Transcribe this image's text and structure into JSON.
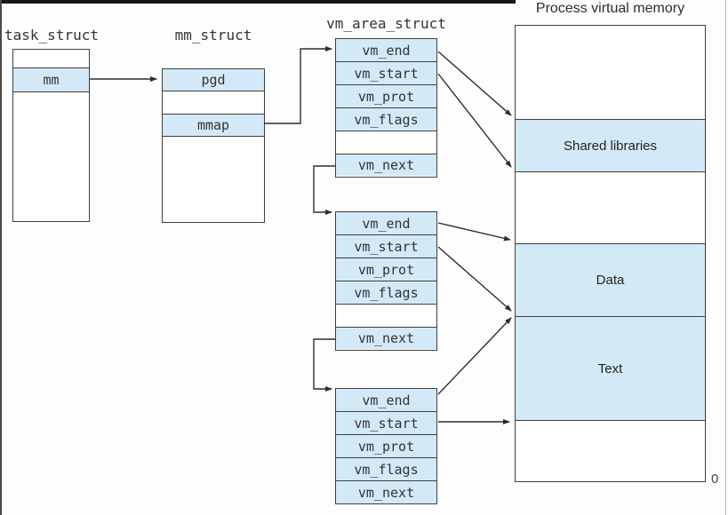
{
  "colors": {
    "highlight": "#d4e9f7",
    "line": "#3f3f3f"
  },
  "task_struct": {
    "title": "task_struct",
    "fields": [
      "mm"
    ]
  },
  "mm_struct": {
    "title": "mm_struct",
    "fields": [
      "pgd",
      "mmap"
    ]
  },
  "vm_area": {
    "title": "vm_area_struct",
    "node1": {
      "fields": [
        "vm_end",
        "vm_start",
        "vm_prot",
        "vm_flags",
        "vm_next"
      ]
    },
    "node2": {
      "fields": [
        "vm_end",
        "vm_start",
        "vm_prot",
        "vm_flags",
        "vm_next"
      ]
    },
    "node3": {
      "fields": [
        "vm_end",
        "vm_start",
        "vm_prot",
        "vm_flags",
        "vm_next"
      ]
    }
  },
  "memory": {
    "title": "Process virtual memory",
    "regions": {
      "shared": "Shared libraries",
      "data": "Data",
      "text": "Text"
    },
    "zero": "0"
  }
}
